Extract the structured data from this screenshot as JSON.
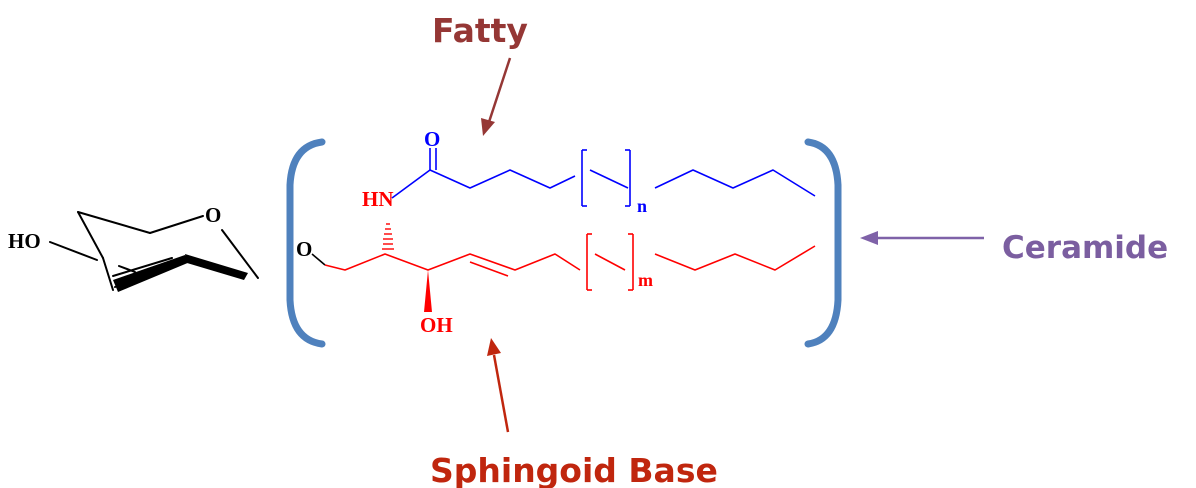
{
  "labels": {
    "fatty": "Fatty",
    "ceramide": "Ceramide",
    "sphingoid": "Sphingoid Base"
  },
  "atoms": {
    "sugar_ho": "HO",
    "sugar_o": "O",
    "link_o": "O",
    "carbonyl_o": "O",
    "amide_hn": "HN",
    "hydroxyl_oh": "OH",
    "repeat_n": "n",
    "repeat_m": "m"
  },
  "colors": {
    "fatty": "#953735",
    "sphingoid": "#c0260e",
    "ceramide": "#7b5ea0",
    "ceramide_arrow": "#7f62a8",
    "fatty_chain": "#0000ff",
    "sphingoid_chain": "#ff0000",
    "bracket": "#4f81bd",
    "structure": "#000000"
  }
}
